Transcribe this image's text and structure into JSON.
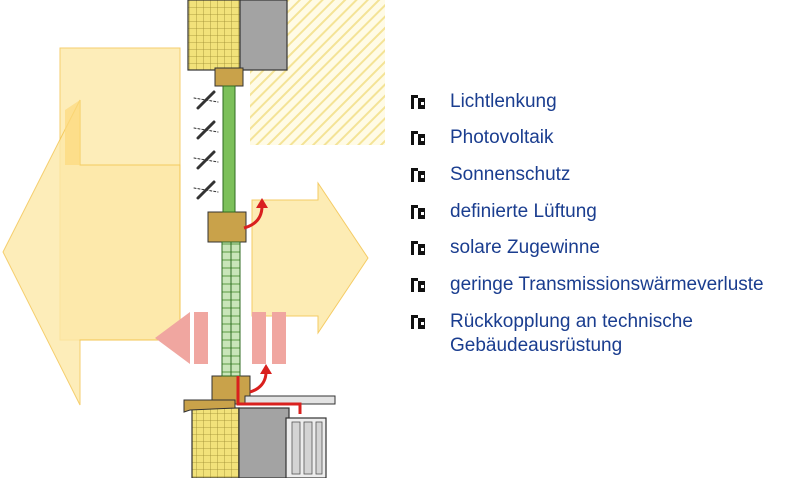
{
  "features": [
    {
      "label": "Lichtlenkung",
      "icon": "corner-bullet-icon"
    },
    {
      "label": "Photovoltaik",
      "icon": "corner-bullet-icon"
    },
    {
      "label": "Sonnenschutz",
      "icon": "corner-bullet-icon"
    },
    {
      "label": "definierte Lüftung",
      "icon": "corner-bullet-icon"
    },
    {
      "label": "solare Zugewinne",
      "icon": "corner-bullet-icon"
    },
    {
      "label": "geringe Transmissionswärmeverluste",
      "icon": "corner-bullet-icon"
    },
    {
      "label": "Rückkopplung an technische",
      "label2": "Gebäudeausrüstung",
      "icon": "corner-bullet-icon"
    }
  ],
  "colors": {
    "text": "#1a3d8f",
    "light_arrow": "#fde9a8",
    "light_arrow_stroke": "#f3c34a",
    "heat_arrow": "#f0a6a0",
    "insulation": "#f2e27a",
    "wall": "#a3a3a3",
    "glass": "#7cc05a",
    "control_line": "#d9201e"
  }
}
